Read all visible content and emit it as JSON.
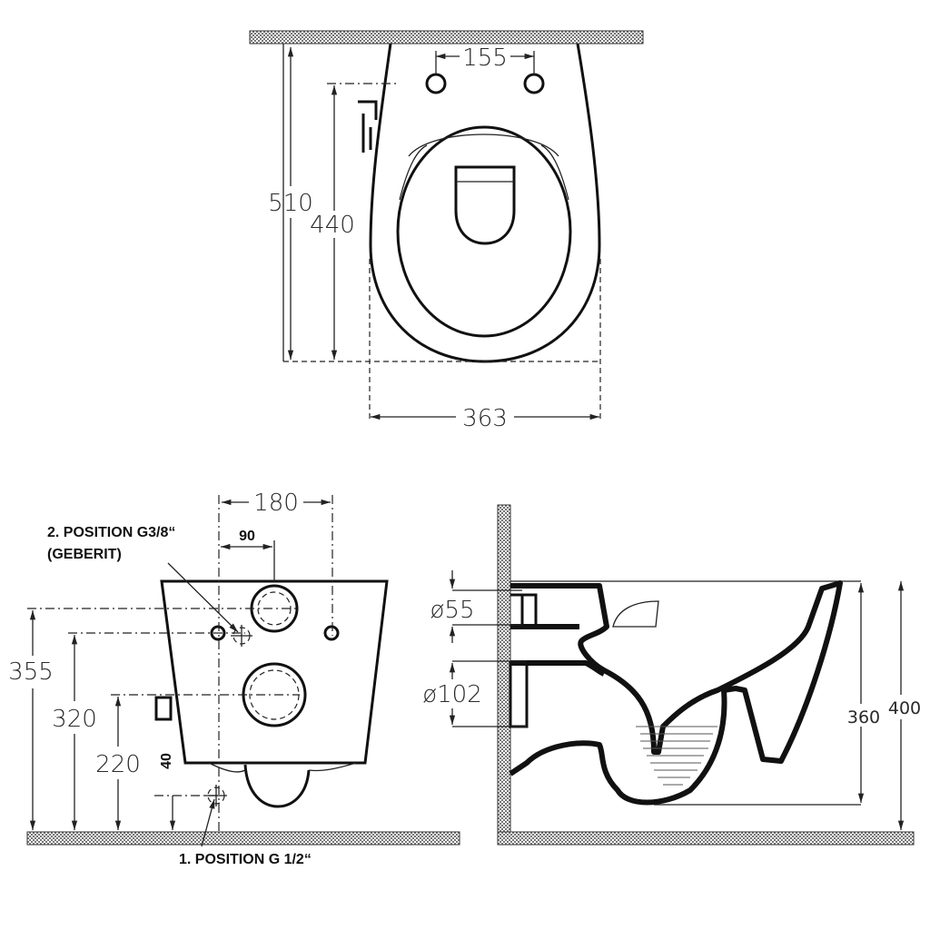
{
  "top_view": {
    "width_label": "363",
    "length_label": "510",
    "fixing_depth_label": "440",
    "bolt_spacing_label": "155"
  },
  "front_view": {
    "frame_width_label": "180",
    "offset_label": "90",
    "height_355_label": "355",
    "height_320_label": "320",
    "height_220_label": "220",
    "height_40_label": "40",
    "note_position_2": "2. POSITION G3/8“",
    "note_position_2_sub": "(GEBERIT)",
    "note_position_1": "1. POSITION G 1/2“"
  },
  "side_view": {
    "inlet_diameter_label": "ø55",
    "outlet_diameter_label": "ø102",
    "rim_height_label": "360",
    "total_height_label": "400"
  },
  "colors": {
    "line": "#111111",
    "hatch": "#888888",
    "background": "#ffffff"
  }
}
